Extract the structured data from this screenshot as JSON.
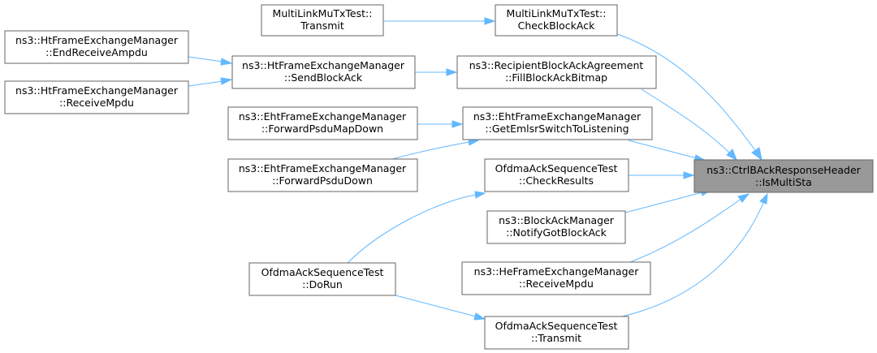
{
  "colors": {
    "edge": "#63b8ff",
    "node_border": "#666666",
    "focus_fill": "#999999",
    "node_fill": "#ffffff"
  },
  "nodes": {
    "focus": [
      "ns3::CtrlBAckResponseHeader",
      "::IsMultiSta"
    ],
    "mlm_check": [
      "MultiLinkMuTxTest::",
      "CheckBlockAck"
    ],
    "mlm_transmit": [
      "MultiLinkMuTxTest::",
      "Transmit"
    ],
    "fill_bitmap": [
      "ns3::RecipientBlockAckAgreement",
      "::FillBlockAckBitmap"
    ],
    "send_ba": [
      "ns3::HtFrameExchangeManager",
      "::SendBlockAck"
    ],
    "end_ampdu": [
      "ns3::HtFrameExchangeManager",
      "::EndReceiveAmpdu"
    ],
    "ht_receive": [
      "ns3::HtFrameExchangeManager",
      "::ReceiveMpdu"
    ],
    "emlsr": [
      "ns3::EhtFrameExchangeManager",
      "::GetEmlsrSwitchToListening"
    ],
    "fwd_map": [
      "ns3::EhtFrameExchangeManager",
      "::ForwardPsduMapDown"
    ],
    "fwd_psdu": [
      "ns3::EhtFrameExchangeManager",
      "::ForwardPsduDown"
    ],
    "check_results": [
      "OfdmaAckSequenceTest",
      "::CheckResults"
    ],
    "notify": [
      "ns3::BlockAckManager",
      "::NotifyGotBlockAck"
    ],
    "he_receive": [
      "ns3::HeFrameExchangeManager",
      "::ReceiveMpdu"
    ],
    "dorun": [
      "OfdmaAckSequenceTest",
      "::DoRun"
    ],
    "ofdma_transmit": [
      "OfdmaAckSequenceTest",
      "::Transmit"
    ]
  }
}
